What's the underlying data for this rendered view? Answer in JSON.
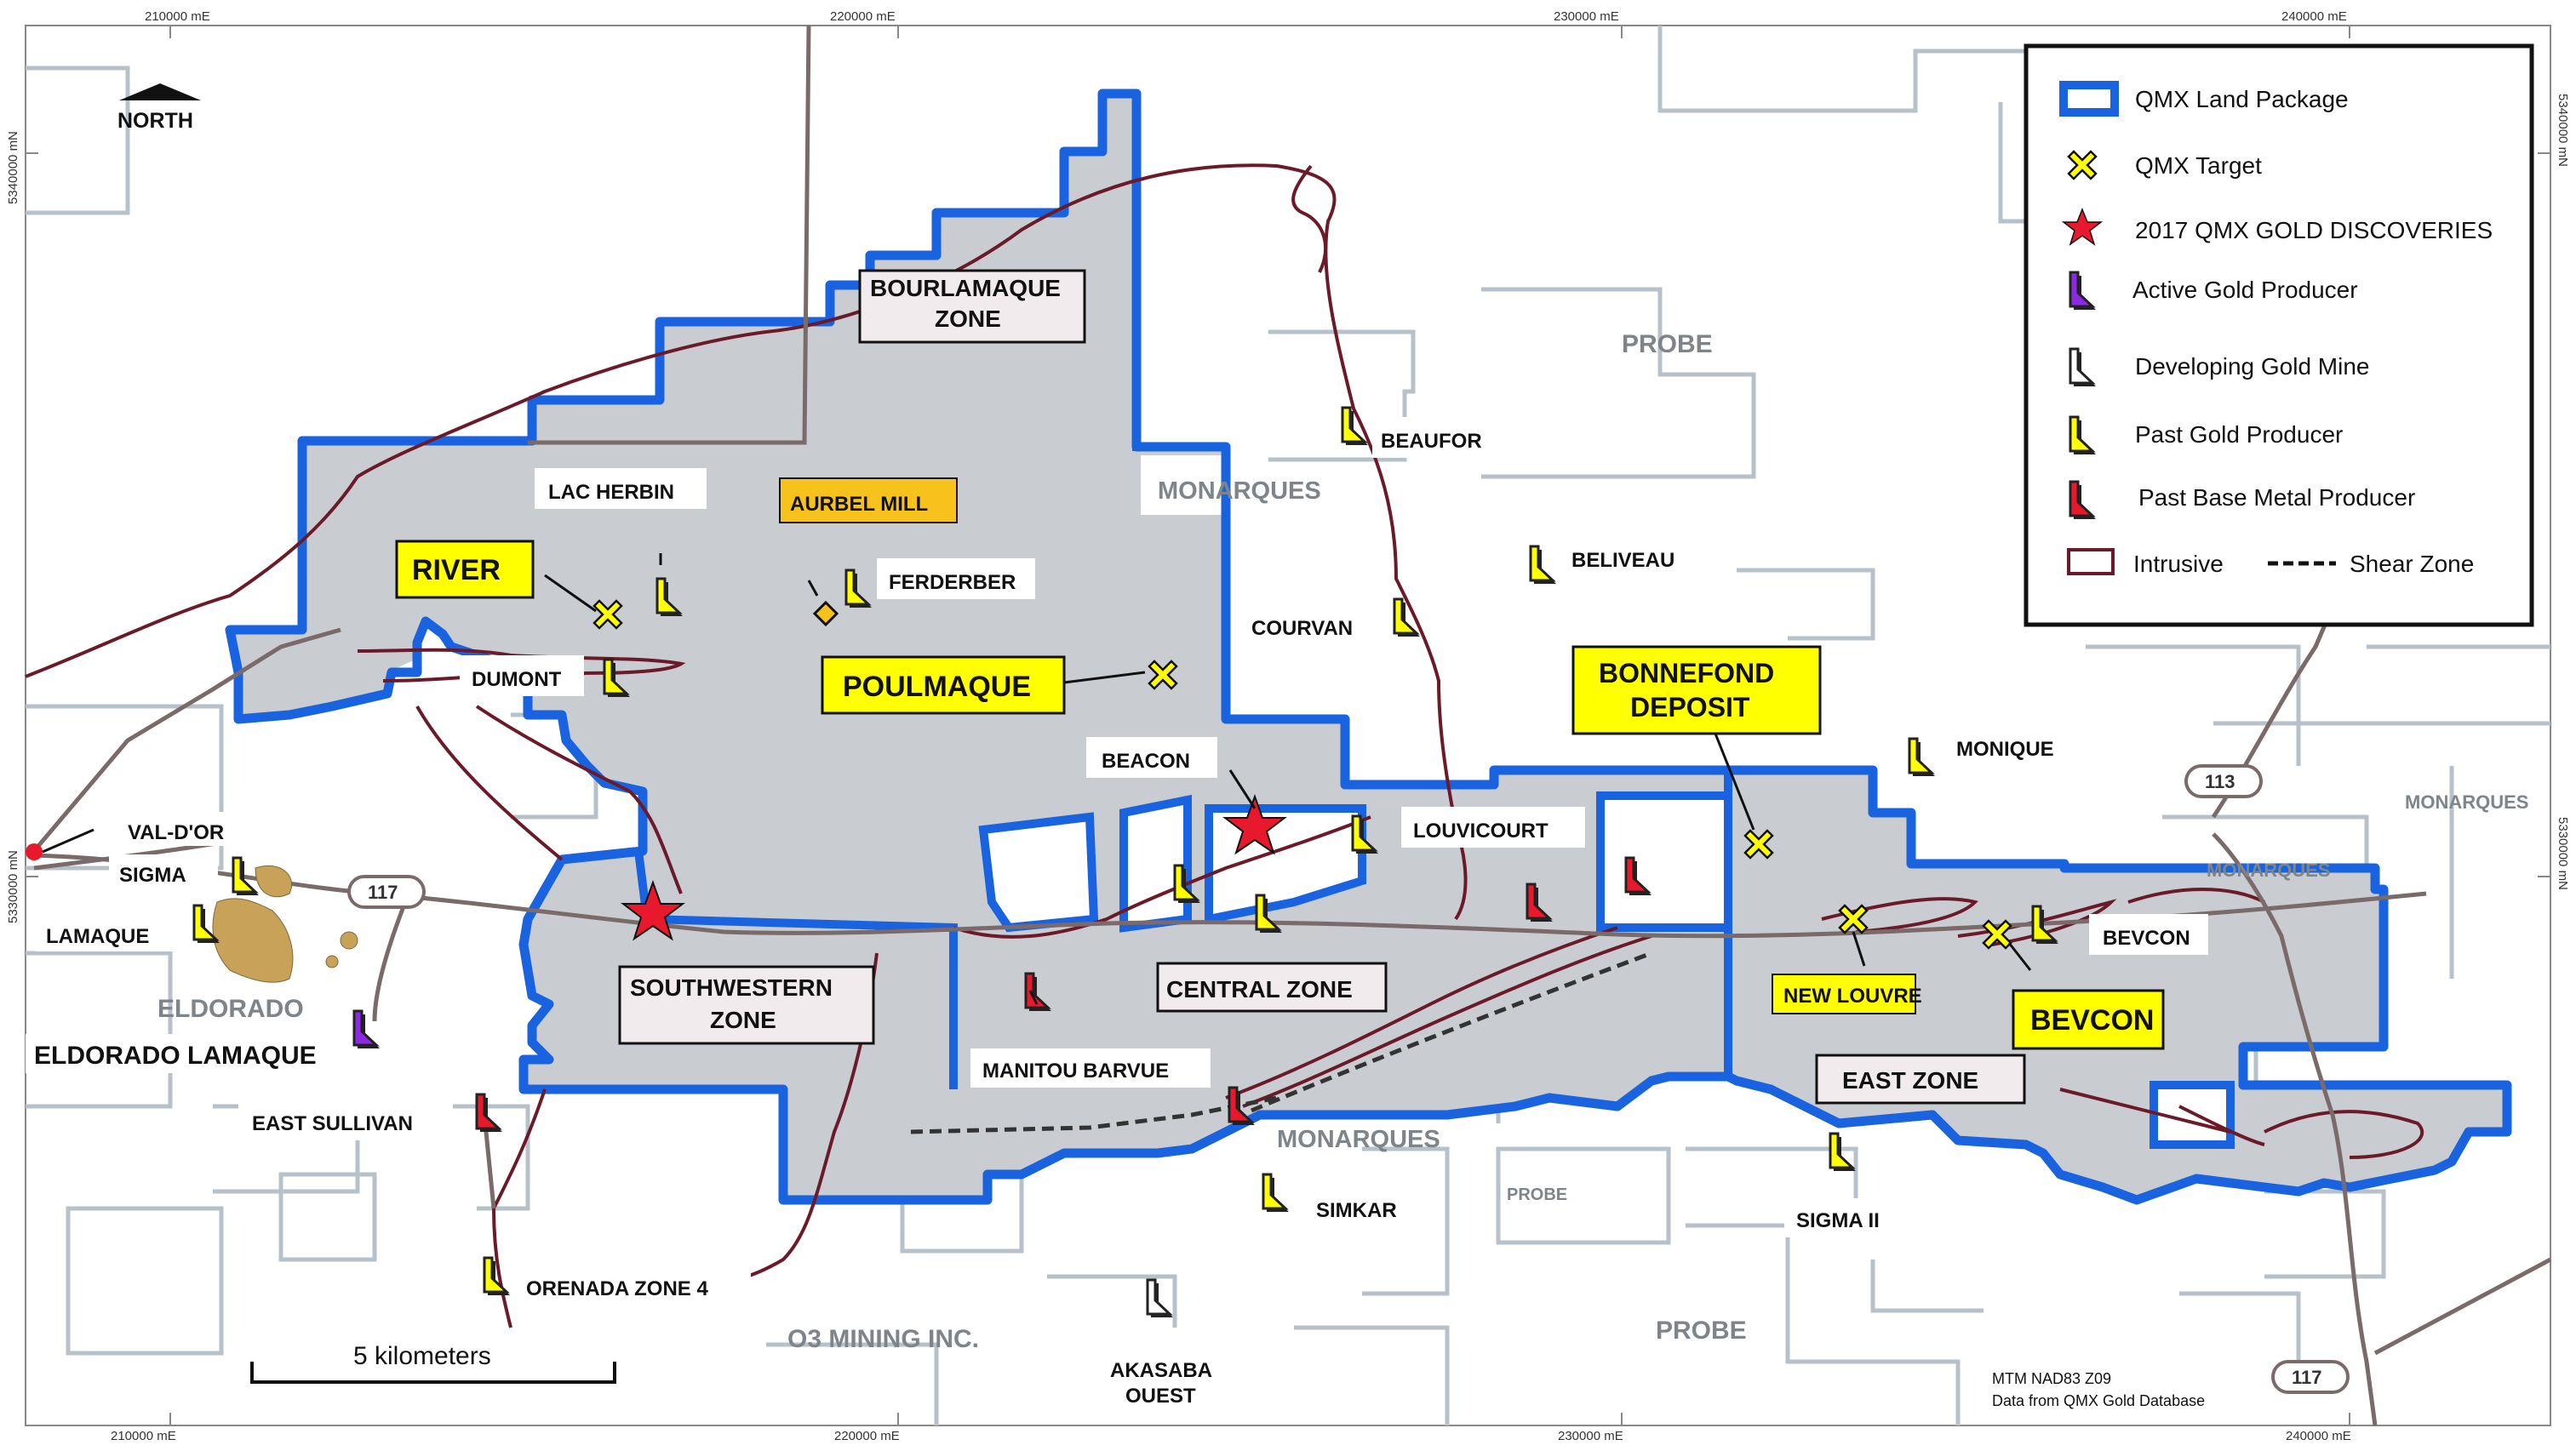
{
  "colors": {
    "land_package": "#1a63e0",
    "land_fill": "#c9ccd0",
    "claims": "#b7c1c9",
    "intrusive": "#6b1a2a",
    "road": "#7a6a6a",
    "target": "#ffff00",
    "discovery": "#e8192c",
    "active_producer": "#8a2be2",
    "past_gold": "#ffff00",
    "base_metal": "#e8192c",
    "aurbel": "#f7c21c"
  },
  "grid": {
    "top_labels": [
      "210000 mE",
      "220000 mE",
      "230000 mE",
      "240000 mE"
    ],
    "bottom_labels": [
      "210000 mE",
      "220000 mE",
      "230000 mE",
      "240000 mE"
    ],
    "left_labels": [
      "5340000 mN",
      "5330000 mN"
    ],
    "right_labels": [
      "5340000 mN",
      "5330000 mN"
    ]
  },
  "north": "NORTH",
  "zones": {
    "bourlamaque": [
      "BOURLAMAQUE",
      "ZONE"
    ],
    "southwestern": [
      "SOUTHWESTERN",
      "ZONE"
    ],
    "central": "CENTRAL ZONE",
    "east": "EAST ZONE"
  },
  "targets": {
    "river": "RIVER",
    "poulmaque": "POULMAQUE",
    "bonnefond": [
      "BONNEFOND",
      "DEPOSIT"
    ],
    "new_louvre": "NEW LOUVRE",
    "bevcon_target": "BEVCON"
  },
  "mines": {
    "lac_herbin": "LAC HERBIN",
    "aurbel": "AURBEL MILL",
    "ferderber": "FERDERBER",
    "dumont": "DUMONT",
    "beacon": "BEACON",
    "beaufor": "BEAUFOR",
    "courvan": "COURVAN",
    "beliveau": "BELIVEAU",
    "louvicourt": "LOUVICOURT",
    "monique": "MONIQUE",
    "bevcon": "BEVCON",
    "val_dor": "VAL-D'OR",
    "sigma": "SIGMA",
    "lamaque": "LAMAQUE",
    "eldorado_lamaque": "ELDORADO LAMAQUE",
    "east_sullivan": "EAST SULLIVAN",
    "manitou": "MANITOU BARVUE",
    "simkar": "SIMKAR",
    "sigma_ii": "SIGMA II",
    "orenada": "ORENADA ZONE 4",
    "akasaba": [
      "AKASABA",
      "OUEST"
    ]
  },
  "claim_owners": {
    "probe_1": "PROBE",
    "probe_2": "PROBE",
    "probe_3": "PROBE",
    "monarques_1": "MONARQUES",
    "monarques_2": "MONARQUES",
    "monarques_3": "MONARQUES",
    "monarques_4": "MONARQUES",
    "eldorado": "ELDORADO",
    "o3": "O3 MINING INC."
  },
  "roads": {
    "r117_west": "117",
    "r113": "113",
    "r117_east": "117"
  },
  "legend": {
    "items": [
      {
        "label": "QMX Land Package",
        "symbol": "land"
      },
      {
        "label": "QMX Target",
        "symbol": "target"
      },
      {
        "label": "2017 QMX GOLD DISCOVERIES",
        "symbol": "star"
      },
      {
        "label": "Active Gold Producer",
        "symbol": "active"
      },
      {
        "label": "Developing Gold Mine",
        "symbol": "developing"
      },
      {
        "label": "Past Gold Producer",
        "symbol": "past-gold"
      },
      {
        "label": "Past Base Metal Producer",
        "symbol": "base-metal"
      }
    ],
    "intrusive": "Intrusive",
    "shear": "Shear Zone"
  },
  "scale_bar": "5 kilometers",
  "credits": [
    "MTM NAD83 Z09",
    "Data from QMX Gold Database"
  ]
}
